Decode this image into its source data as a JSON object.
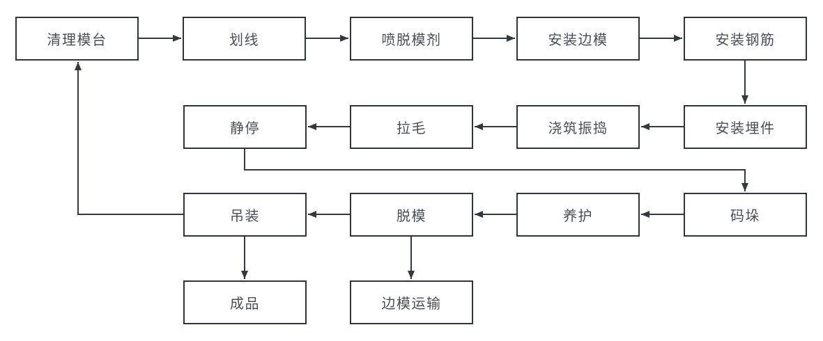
{
  "diagram": {
    "type": "flowchart",
    "background": "#ffffff",
    "colors": {
      "node_fill": "#ffffff",
      "node_border": "#2f333b",
      "node_text": "#4a4e56",
      "connector": "#34383f"
    },
    "nodes": [
      {
        "id": "clean-table",
        "label": "清理模台"
      },
      {
        "id": "marking",
        "label": "划线"
      },
      {
        "id": "spray-release-agent",
        "label": "喷脱模剂"
      },
      {
        "id": "install-side-mold",
        "label": "安装边模"
      },
      {
        "id": "install-rebar",
        "label": "安装钢筋"
      },
      {
        "id": "install-embeds",
        "label": "安装埋件"
      },
      {
        "id": "pour-and-vibrate",
        "label": "浇筑振捣"
      },
      {
        "id": "roughening",
        "label": "拉毛"
      },
      {
        "id": "resting",
        "label": "静停"
      },
      {
        "id": "stacking",
        "label": "码垛"
      },
      {
        "id": "curing",
        "label": "养护"
      },
      {
        "id": "demolding",
        "label": "脱模"
      },
      {
        "id": "hoisting",
        "label": "吊装"
      },
      {
        "id": "finished-product",
        "label": "成品"
      },
      {
        "id": "side-mold-transport",
        "label": "边模运输"
      }
    ],
    "edges": [
      {
        "from": "clean-table",
        "to": "marking"
      },
      {
        "from": "marking",
        "to": "spray-release-agent"
      },
      {
        "from": "spray-release-agent",
        "to": "install-side-mold"
      },
      {
        "from": "install-side-mold",
        "to": "install-rebar"
      },
      {
        "from": "install-rebar",
        "to": "install-embeds"
      },
      {
        "from": "install-embeds",
        "to": "pour-and-vibrate"
      },
      {
        "from": "pour-and-vibrate",
        "to": "roughening"
      },
      {
        "from": "roughening",
        "to": "resting"
      },
      {
        "from": "resting",
        "to": "stacking"
      },
      {
        "from": "stacking",
        "to": "curing"
      },
      {
        "from": "curing",
        "to": "demolding"
      },
      {
        "from": "demolding",
        "to": "hoisting"
      },
      {
        "from": "hoisting",
        "to": "clean-table"
      },
      {
        "from": "hoisting",
        "to": "finished-product"
      },
      {
        "from": "demolding",
        "to": "side-mold-transport"
      }
    ]
  }
}
